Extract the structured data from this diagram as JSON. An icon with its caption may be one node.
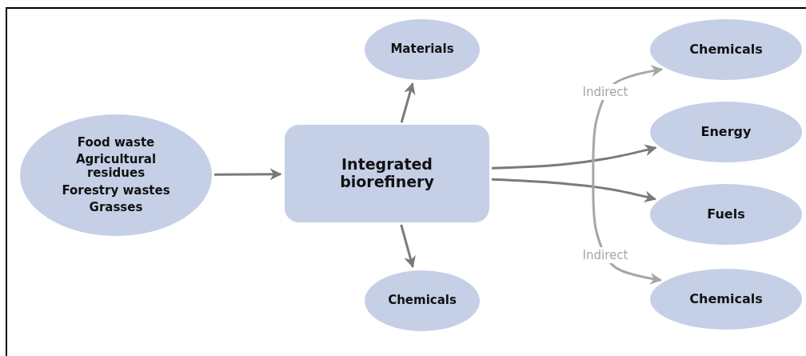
{
  "diagram": {
    "nodes": [
      {
        "text": [
          "Food waste",
          "Agricultural residues",
          "Forestry wastes",
          "Grasses"
        ]
      },
      {
        "text": [
          "Integrated biorefinery"
        ]
      },
      {
        "text": [
          "Materials"
        ]
      },
      {
        "text": [
          "Chemicals"
        ]
      },
      {
        "text": [
          "Chemicals"
        ]
      },
      {
        "text": [
          "Energy"
        ]
      },
      {
        "text": [
          "Fuels"
        ]
      },
      {
        "text": [
          "Chemicals"
        ]
      }
    ],
    "edges": [
      {
        "from": 0,
        "to": 1,
        "arrow": "to"
      },
      {
        "from": 1,
        "to": 2,
        "arrow": "to"
      },
      {
        "from": 1,
        "to": 3,
        "arrow": "to"
      },
      {
        "from": 1,
        "to": 5,
        "arrow": "to"
      },
      {
        "from": 1,
        "to": 6,
        "arrow": "to"
      },
      {
        "from": null,
        "to": 4,
        "arrow": "to",
        "label": "Indirect",
        "color": "#a6a6a6"
      },
      {
        "from": null,
        "to": 7,
        "arrow": "to",
        "label": "Indirect",
        "color": "#a6a6a6"
      }
    ]
  }
}
